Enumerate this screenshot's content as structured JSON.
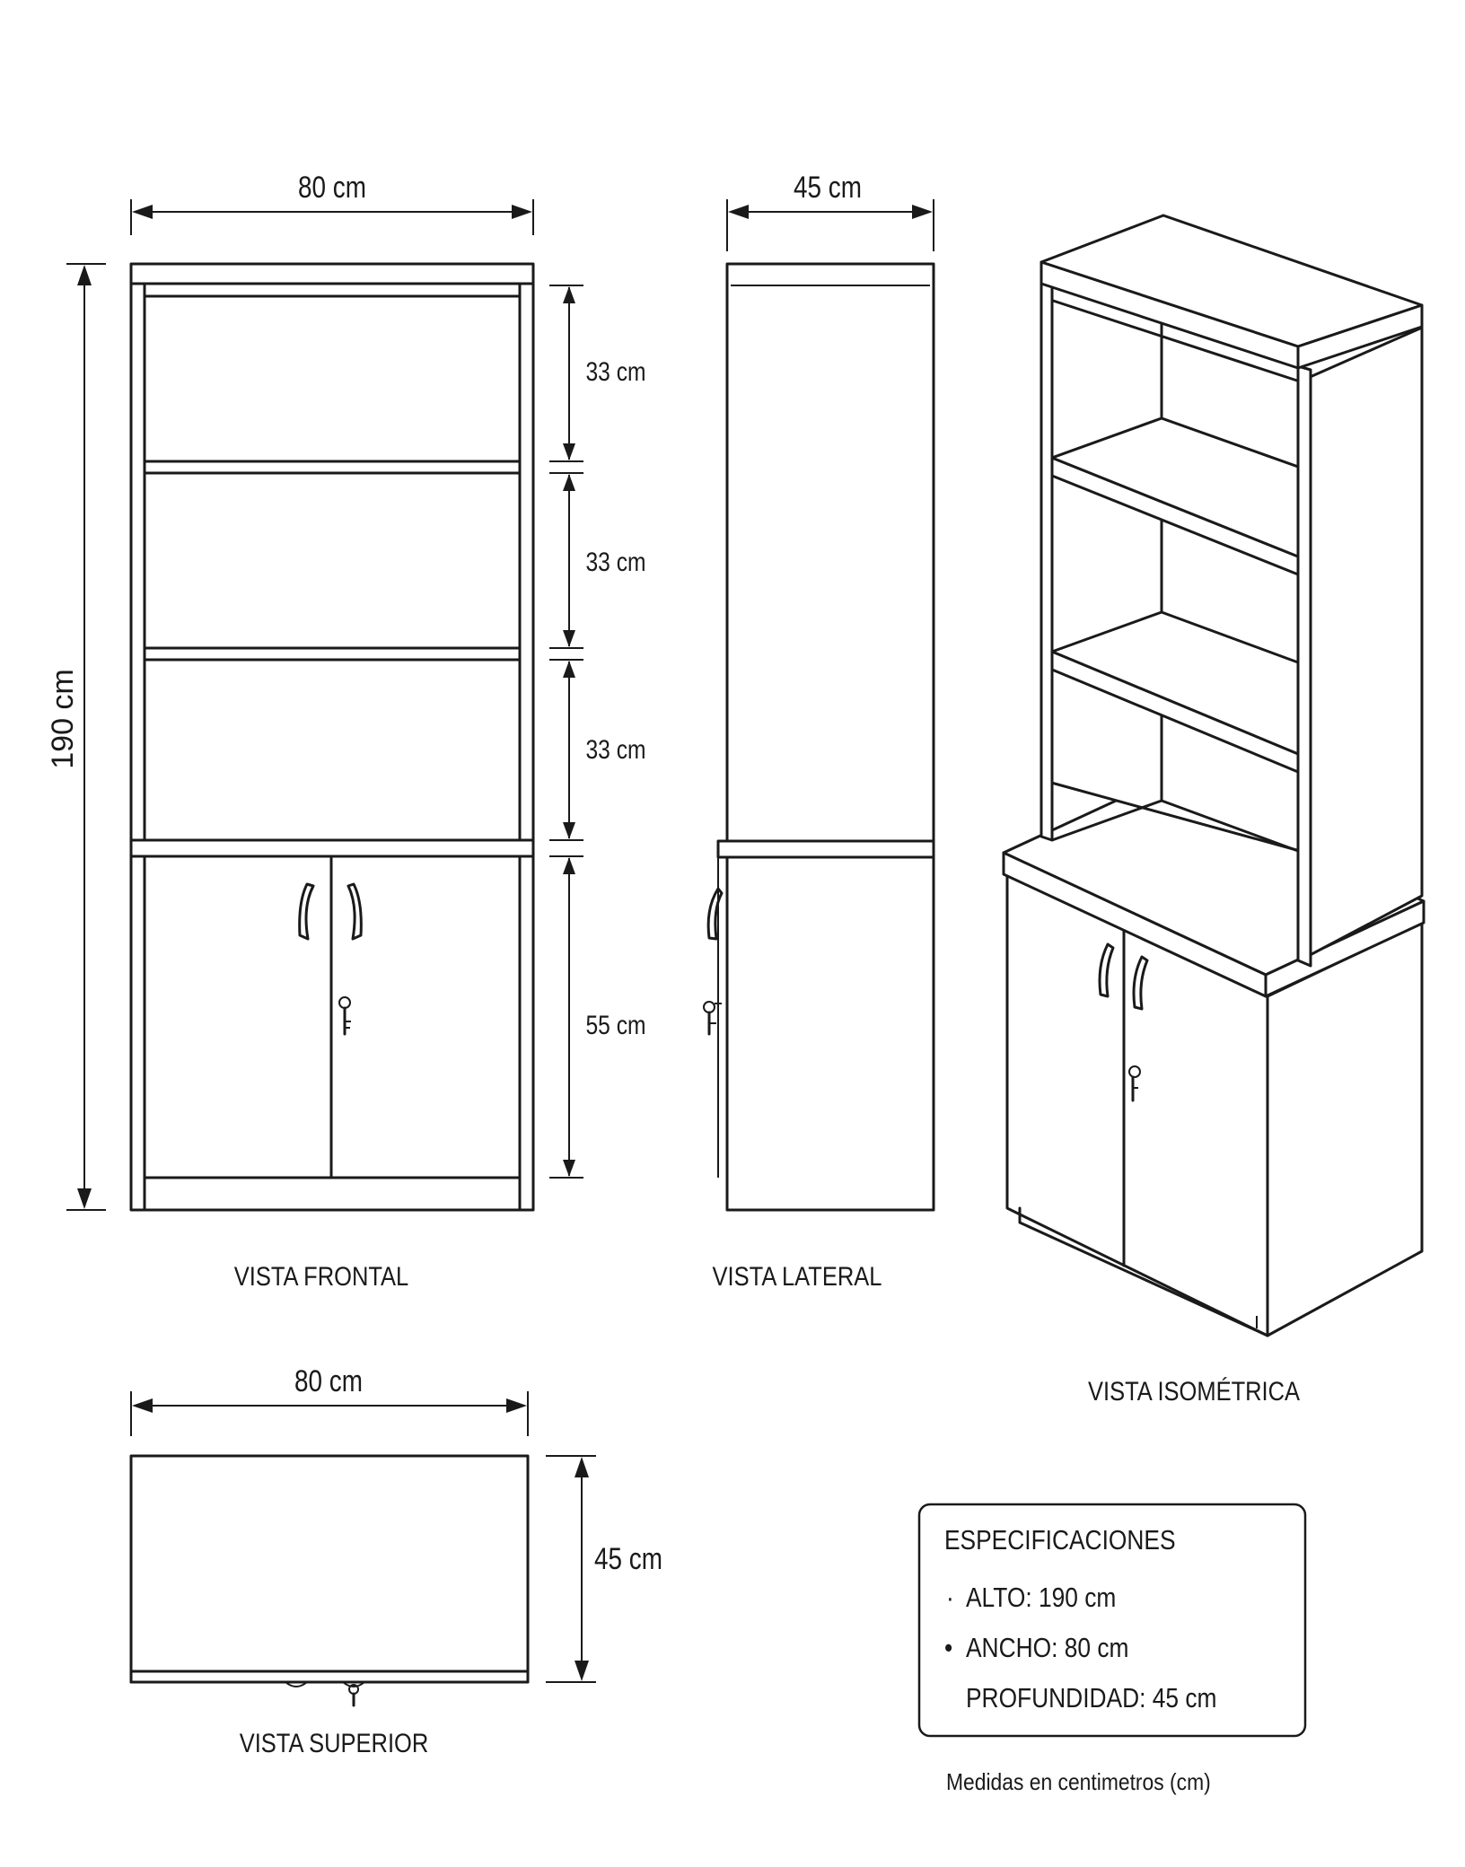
{
  "views": {
    "front": {
      "label": "VISTA FRONTAL",
      "width_label": "80 cm",
      "height_label": "190 cm",
      "shelf_labels": [
        "33 cm",
        "33 cm",
        "33 cm"
      ],
      "cabinet_label": "55 cm"
    },
    "side": {
      "label": "VISTA LATERAL",
      "depth_label": "45 cm"
    },
    "isometric": {
      "label": "VISTA ISOMÉTRICA"
    },
    "top": {
      "label": "VISTA SUPERIOR",
      "width_label": "80 cm",
      "depth_label": "45 cm"
    }
  },
  "specs": {
    "title": "ESPECIFICACIONES",
    "items": [
      {
        "bullet": "·",
        "text": "ALTO: 190 cm"
      },
      {
        "bullet": "•",
        "text": "ANCHO: 80 cm"
      },
      {
        "bullet": "",
        "text": "PROFUNDIDAD: 45 cm"
      }
    ]
  },
  "note": "Medidas en centimetros (cm)"
}
